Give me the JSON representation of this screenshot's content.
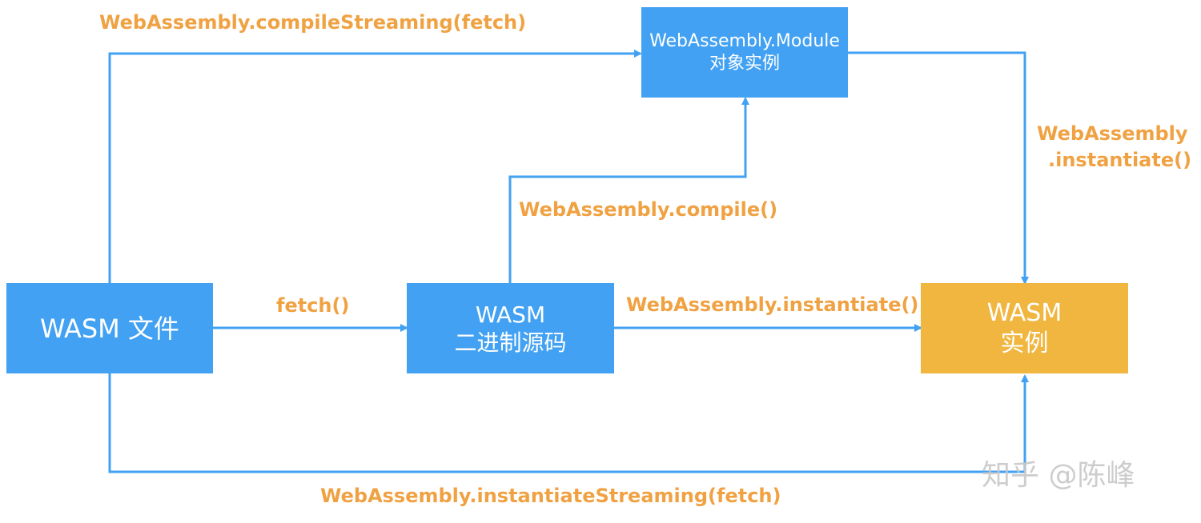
{
  "colors": {
    "box_blue": "#42a1f2",
    "box_gold": "#f0b63f",
    "arrow": "#42a1f2",
    "label": "#f0a243",
    "watermark": "#c8c8c8"
  },
  "nodes": {
    "wasm_file": {
      "label": "WASM 文件"
    },
    "wasm_binary": {
      "line1": "WASM",
      "line2": "二进制源码"
    },
    "module_object": {
      "line1": "WebAssembly.Module",
      "line2": "对象实例"
    },
    "wasm_instance": {
      "line1": "WASM",
      "line2": "实例"
    }
  },
  "edges": {
    "compile_streaming": "WebAssembly.compileStreaming(fetch)",
    "fetch": "fetch()",
    "compile": "WebAssembly.compile()",
    "instantiate_binary": "WebAssembly.instantiate()",
    "instantiate_module_line1": "WebAssembly",
    "instantiate_module_line2": ".instantiate()",
    "instantiate_streaming": "WebAssembly.instantiateStreaming(fetch)"
  },
  "watermark": "知乎 @陈峰"
}
